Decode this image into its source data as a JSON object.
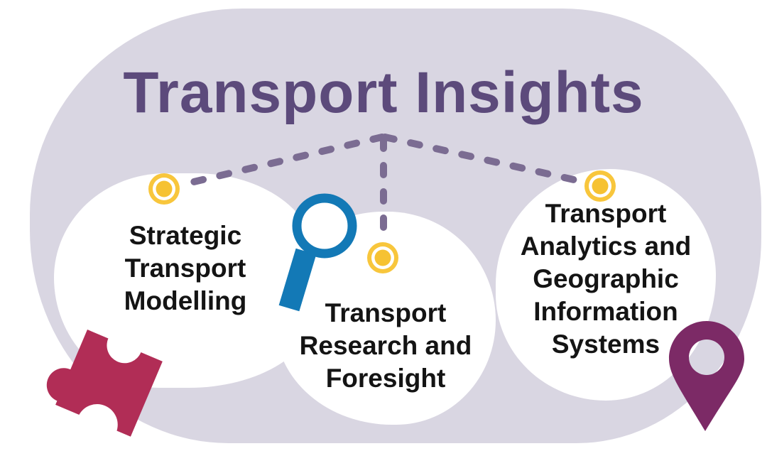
{
  "title": "Transport Insights",
  "bubbles": [
    {
      "id": "strategic-transport-modelling",
      "label": "Strategic\nTransport\nModelling"
    },
    {
      "id": "transport-research-and-foresight",
      "label": "Transport\nResearch and\nForesight"
    },
    {
      "id": "transport-analytics-gis",
      "label": "Transport\nAnalytics and\nGeographic\nInformation\nSystems"
    }
  ],
  "icons": [
    {
      "name": "magnifier-icon",
      "meaning": "research / search"
    },
    {
      "name": "puzzle-piece-icon",
      "meaning": "modelling / problem solving"
    },
    {
      "name": "location-pin-icon",
      "meaning": "geographic information"
    },
    {
      "name": "connector-dot-icon",
      "meaning": "branch anchor point"
    }
  ],
  "palette": {
    "background_blob": "#d9d6e2",
    "bubble_fill": "#ffffff",
    "title_purple": "#5c4a7b",
    "connector_purple": "#7b6c92",
    "dot_yellow": "#f8c63c",
    "magnifier_blue": "#1379b6",
    "puzzle_crimson": "#b12d56",
    "pin_plum": "#7c2a66",
    "label_text": "#141414"
  }
}
